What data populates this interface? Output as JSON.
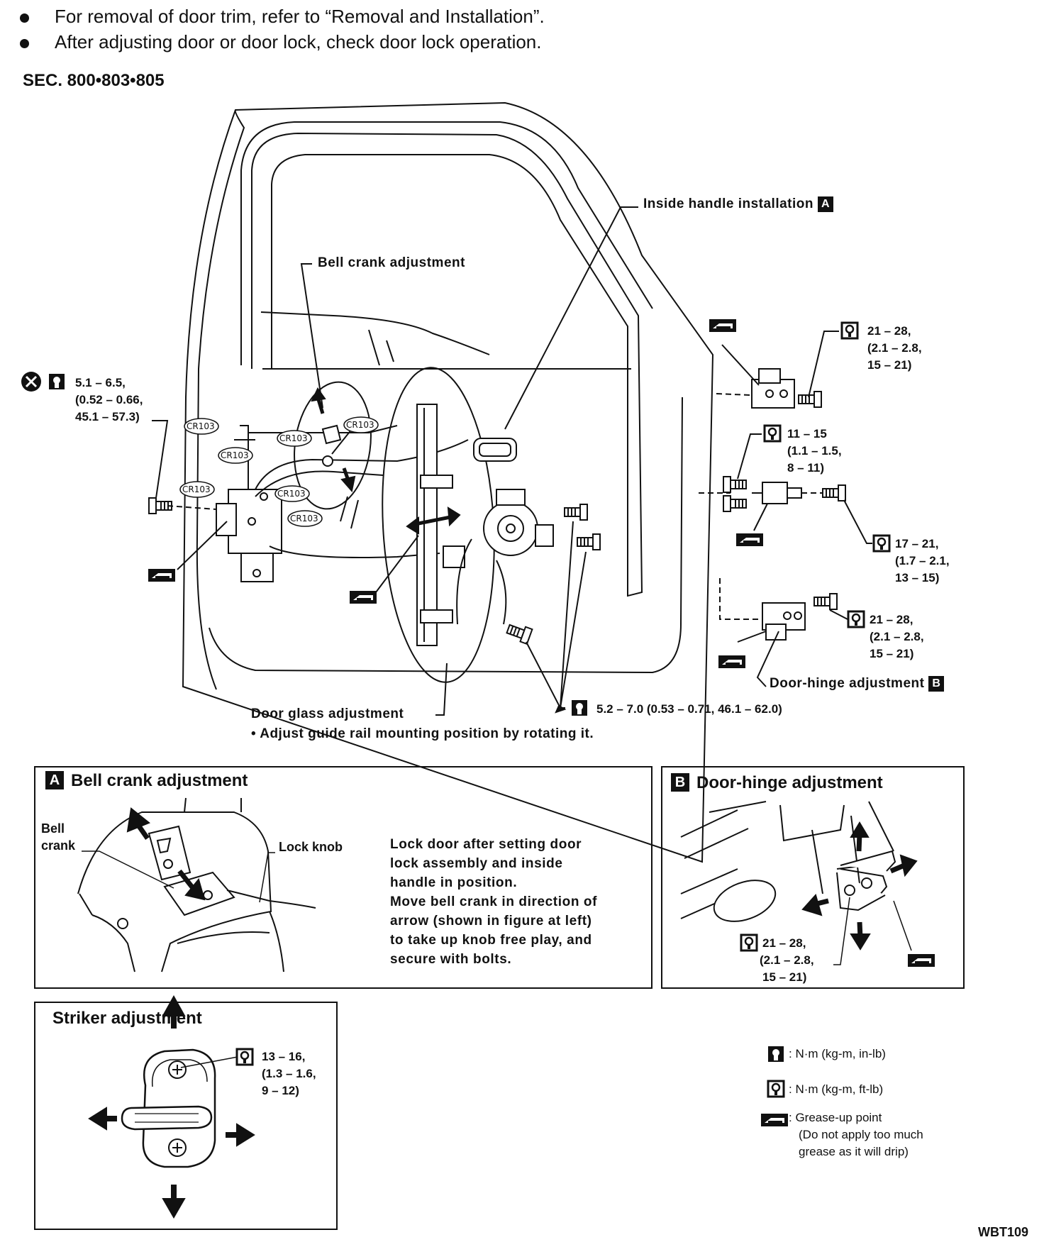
{
  "notes": [
    "For removal of door trim, refer to “Removal and Installation”.",
    "After adjusting door or door lock, check door lock operation."
  ],
  "section": "SEC. 800•803•805",
  "callouts": {
    "inside_handle": "Inside handle installation",
    "inside_handle_ref": "A",
    "bell_crank": "Bell crank adjustment",
    "door_glass": "Door glass adjustment",
    "door_glass_note": "• Adjust guide rail mounting position by rotating it.",
    "door_hinge": "Door-hinge adjustment",
    "door_hinge_ref": "B",
    "cr_tag": "CR103"
  },
  "torques": {
    "bolt_lock": [
      "5.1 – 6.5,",
      "(0.52 – 0.66,",
      "45.1 – 57.3)"
    ],
    "hinge_upper": [
      "21 – 28,",
      "(2.1 – 2.8,",
      "15 – 21)"
    ],
    "check_link": [
      "11 – 15",
      "(1.1 – 1.5,",
      "8 – 11)"
    ],
    "check_bolt": [
      "17 – 21,",
      "(1.7 – 2.1,",
      "13 – 15)"
    ],
    "hinge_lower": [
      "21 – 28,",
      "(2.1 – 2.8,",
      "15 – 21)"
    ],
    "regulator": "5.2 – 7.0 (0.53 – 0.71, 46.1 – 62.0)"
  },
  "panel_a": {
    "badge": "A",
    "title": "Bell crank adjustment",
    "bell_crank_label": [
      "Bell",
      "crank"
    ],
    "lock_knob_label": "Lock knob",
    "description": [
      "Lock door after setting door",
      "lock assembly and inside",
      "handle in position.",
      "Move bell crank in direction of",
      "arrow (shown in figure at left)",
      "to take up knob free play, and",
      "secure with bolts."
    ]
  },
  "panel_b": {
    "badge": "B",
    "title": "Door-hinge adjustment",
    "torque": [
      "21 – 28,",
      "(2.1 – 2.8,",
      "15 – 21)"
    ]
  },
  "panel_striker": {
    "title": "Striker adjustment",
    "torque": [
      "13 – 16,",
      "(1.3 – 1.6,",
      "9 – 12)"
    ]
  },
  "legend": {
    "in_lb": ": N·m (kg-m, in-lb)",
    "ft_lb": ": N·m (kg-m, ft-lb)",
    "grease": [
      ": Grease-up point",
      "(Do not apply too much",
      "grease as it will drip)"
    ]
  },
  "figure_code": "WBT109"
}
